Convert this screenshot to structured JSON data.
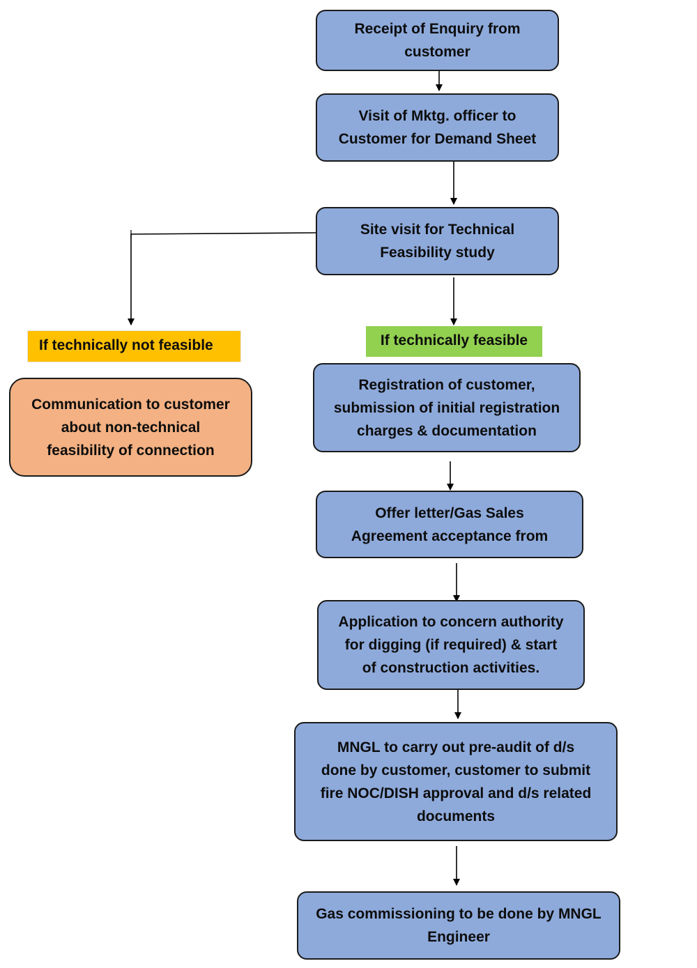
{
  "nodes": {
    "enquiry": [
      "Receipt of Enquiry from",
      "customer"
    ],
    "visit": [
      "Visit of Mktg. officer to",
      "Customer for Demand Sheet"
    ],
    "site_visit": [
      "Site visit for Technical",
      "Feasibility study"
    ],
    "not_feasible_comm": [
      "Communication to customer",
      "about non-technical",
      "feasibility of connection"
    ],
    "registration": [
      "Registration of customer,",
      "submission of initial registration",
      "charges & documentation"
    ],
    "offer_letter": [
      "Offer letter/Gas Sales",
      "Agreement acceptance from"
    ],
    "application": [
      "Application to concern authority",
      "for digging (if required) & start",
      "of construction activities."
    ],
    "pre_audit": [
      "MNGL to carry out pre-audit of d/s",
      "done by customer, customer to submit",
      "fire NOC/DISH approval and d/s related",
      "documents"
    ],
    "commissioning": [
      "Gas commissioning to be done by MNGL",
      "Engineer"
    ]
  },
  "labels": {
    "not_feasible": "If technically not feasible",
    "feasible": "If technically feasible"
  },
  "colors": {
    "process_fill": "#8eaadb",
    "negative_fill": "#f4b183",
    "not_feasible_tag": "#ffc000",
    "feasible_tag": "#92d050",
    "border": "#1a1a1a"
  }
}
